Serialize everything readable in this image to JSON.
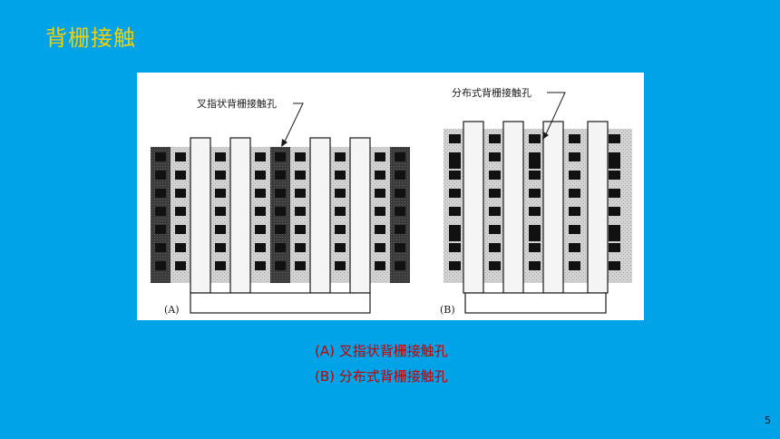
{
  "slide": {
    "title": "背栅接触",
    "page_number": "5"
  },
  "figure": {
    "panel_a": {
      "label": "(A)",
      "callout": "叉指状背栅接触孔"
    },
    "panel_b": {
      "label": "(B)",
      "callout": "分布式背栅接触孔"
    }
  },
  "captions": {
    "a": "(A) 叉指状背栅接触孔",
    "b": "(B) 分布式背栅接触孔"
  },
  "colors": {
    "background": "#00A2E8",
    "title": "#F5D000",
    "caption": "#C00000"
  }
}
